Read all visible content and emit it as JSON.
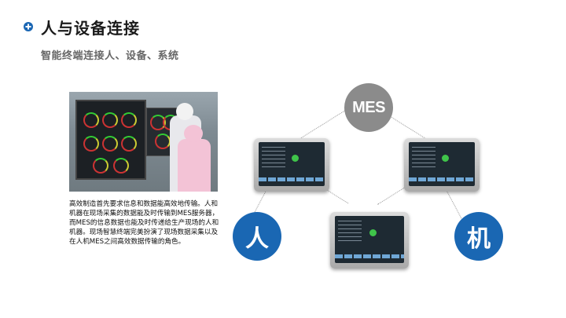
{
  "header": {
    "title": "人与设备连接",
    "subtitle": "智能终端连接人、设备、系统"
  },
  "description": "高效制造首先要求信息和数据能高效地传输。人和机器在现场采集的数据能及时传输到MES服务器，而MES的信息数据也能及时传递给生产现场的人和机器。现场智慧终端完美扮演了现场数据采集以及在人机MES之间高效数据传输的角色。",
  "diagram": {
    "mes_label": "MES",
    "person_label": "人",
    "machine_label": "机"
  },
  "colors": {
    "accent": "#1a67b3",
    "mes_node": "#8b8b8b"
  },
  "icons": {
    "title_marker": "plus-circle-icon"
  }
}
